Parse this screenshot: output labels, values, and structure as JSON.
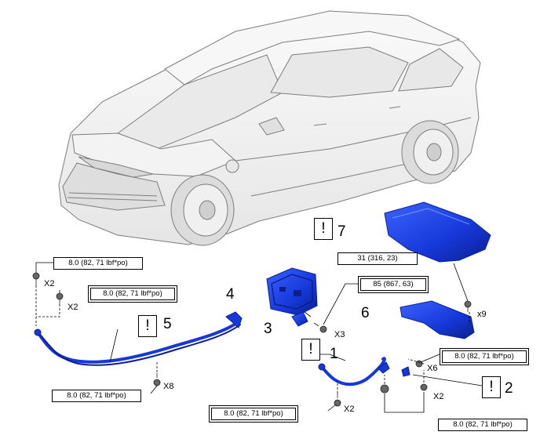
{
  "torque": {
    "t1": "8.0 (82, 71 lbf*po)",
    "t2": "8.0 (82, 71 lbf*po)",
    "t3": "85 (867, 63)",
    "t4": "31 (316, 23)",
    "t5": "8.0 (82, 71 lbf*po)",
    "t6": "8.0 (82, 71 lbf*po)",
    "t7": "8.0 (82, 71 lbf*po)",
    "t8": "8.0 (82, 71 lbf*po)"
  },
  "qty": {
    "x2_a": "X2",
    "x2_b": "X2",
    "x8": "X8",
    "x3": "X3",
    "x9": "x9",
    "x6": "X6",
    "x2_c": "X2",
    "x2_d": "X2"
  },
  "parts": {
    "p1": "1",
    "p2": "2",
    "p3": "3",
    "p4": "4",
    "p5": "5",
    "p6": "6",
    "p7": "7"
  },
  "warning_symbol": "!",
  "colors": {
    "part_blue": "#1a3fe0",
    "part_blue_dark": "#0a1f9a",
    "car_body": "#f2f2f2",
    "car_line": "#8a8a8a"
  }
}
